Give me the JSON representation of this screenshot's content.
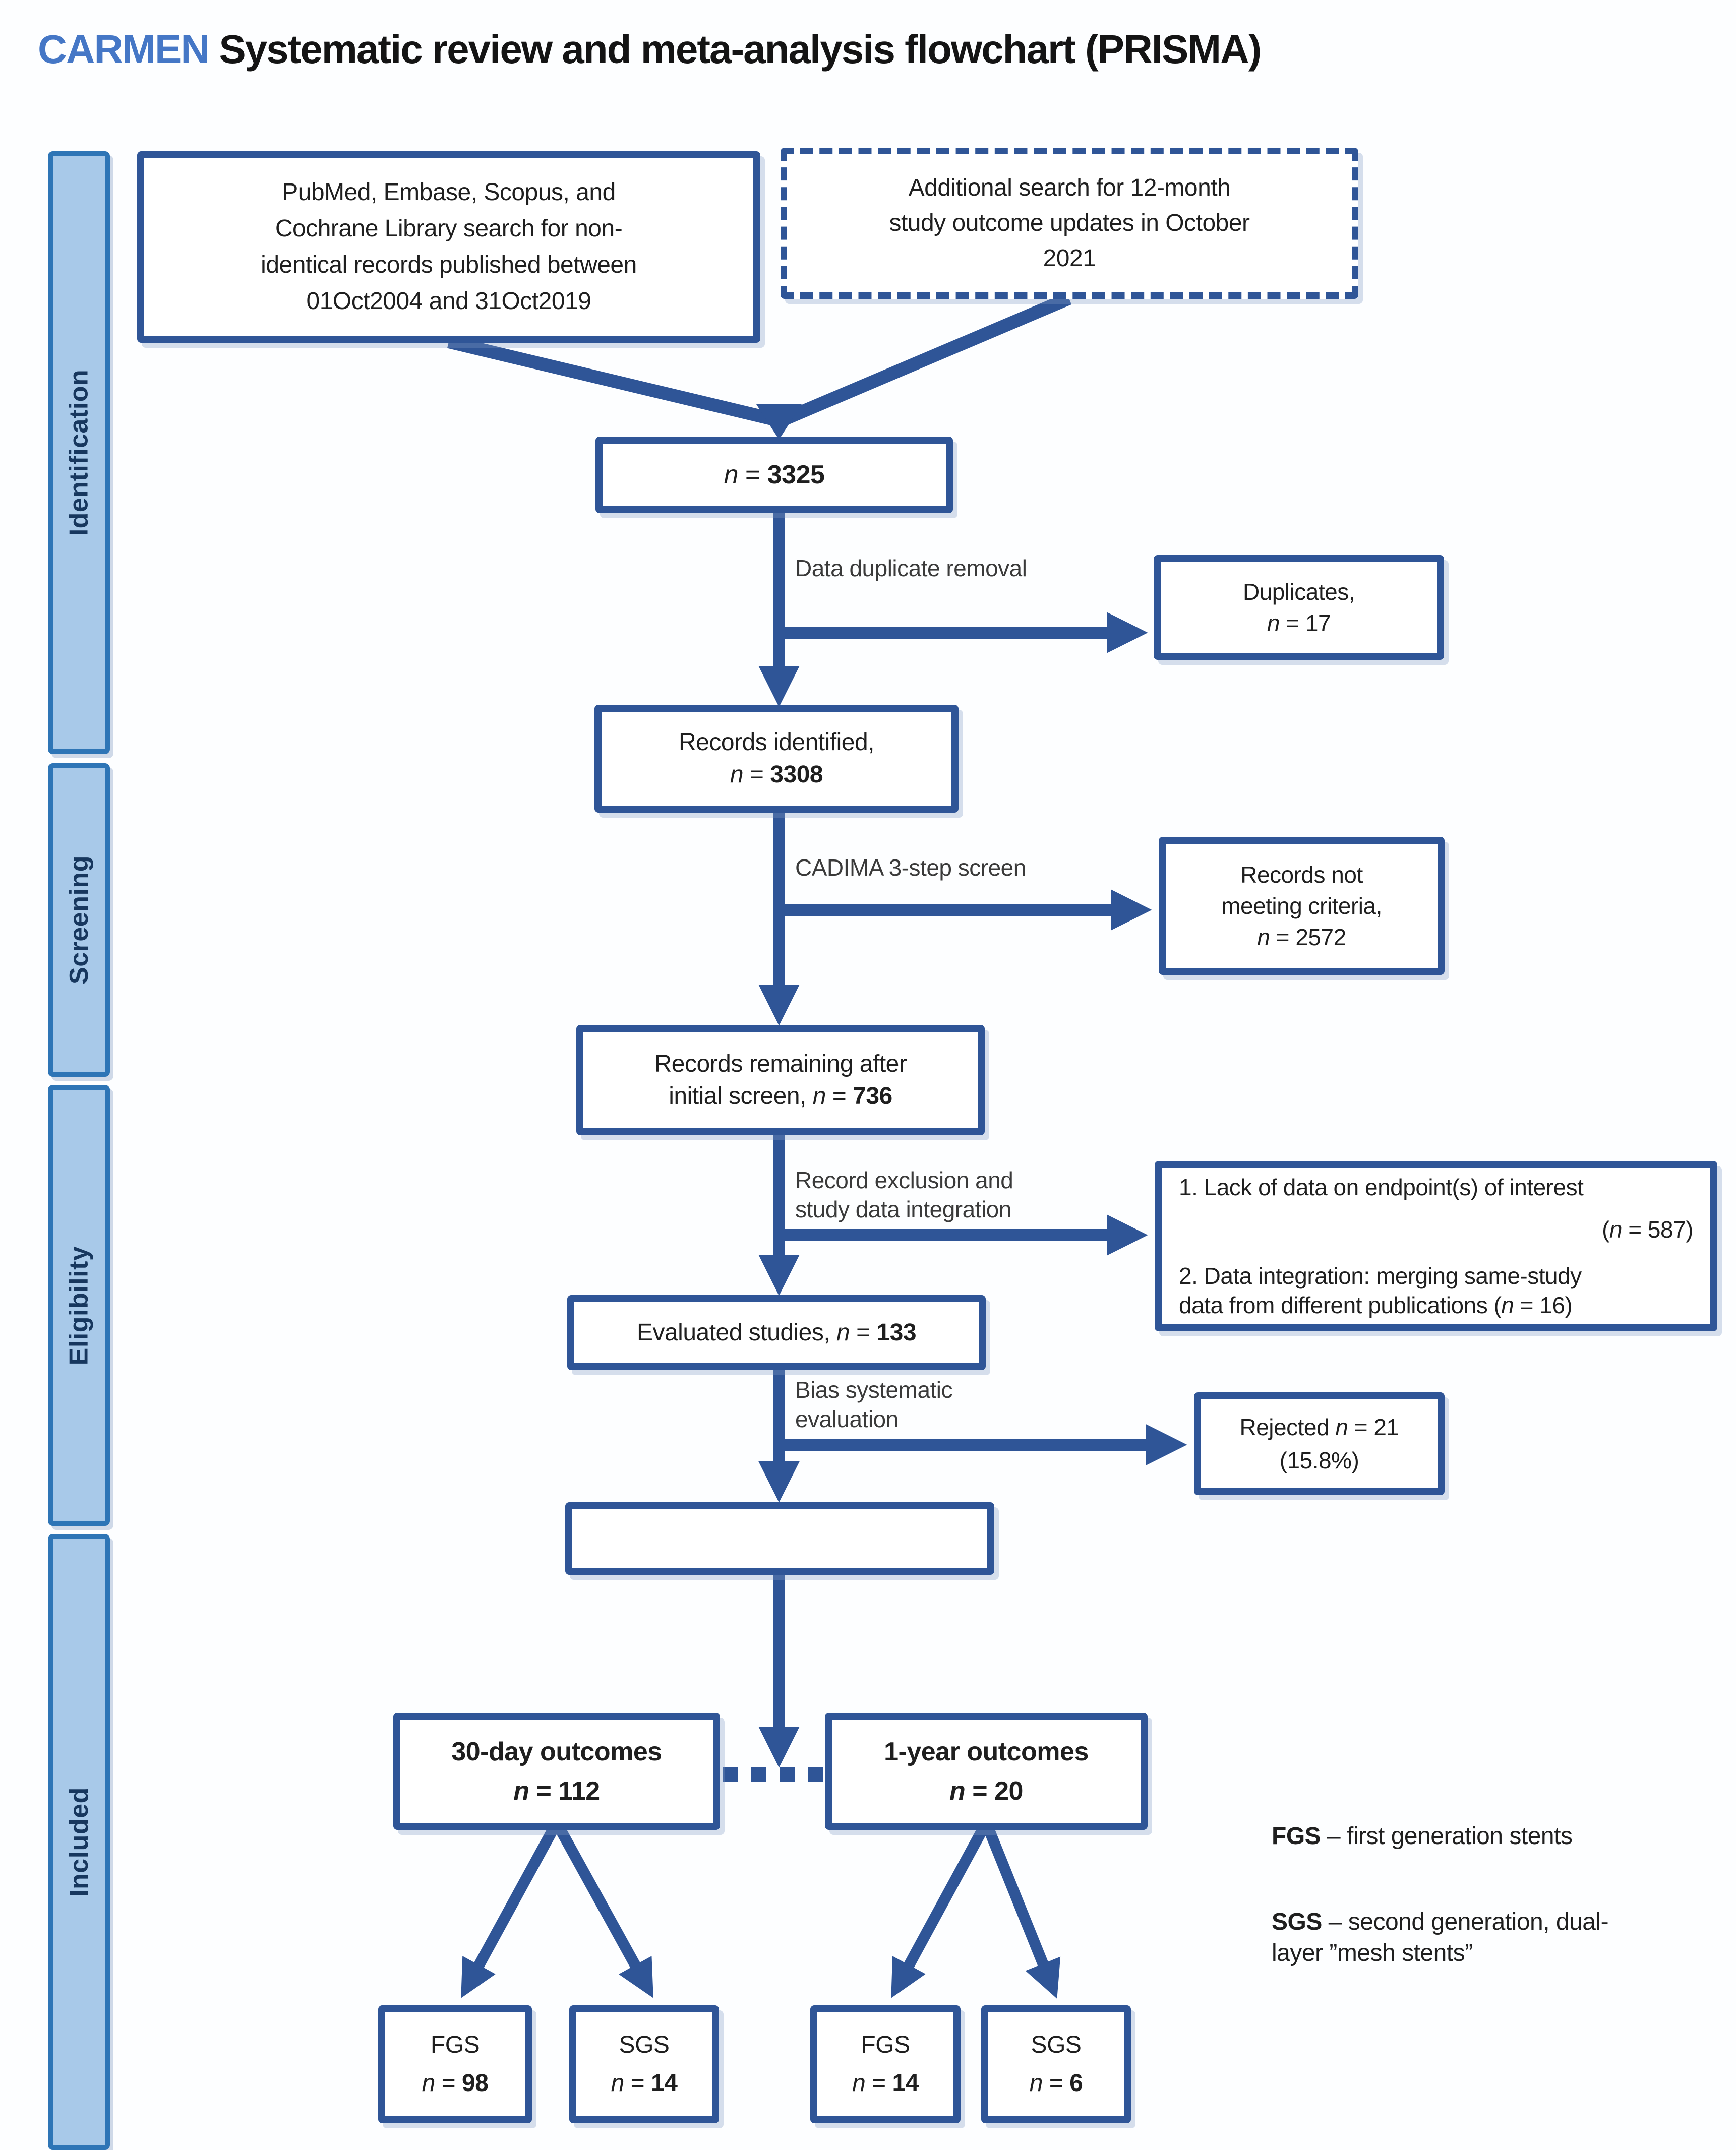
{
  "title": {
    "brand": "CARMEN",
    "rest": " Systematic review and meta-analysis flowchart (PRISMA)"
  },
  "sidebar": {
    "stages": [
      "Identification",
      "Screening",
      "Eligibility",
      "Included"
    ]
  },
  "boxes": {
    "search": "PubMed, Embase, Scopus, and\nCochrane Library search for non-\nidentical records published between\n01Oct2004 and 31Oct2019",
    "additional": "Additional search for 12-month\nstudy outcome updates in October\n2021",
    "total": "n = 3325",
    "identified": "Records identified,\nn = 3308",
    "duplicates": "Duplicates,\nn = 17",
    "not_meeting": "Records not\nmeeting criteria,\nn = 2572",
    "remaining": "Records remaining after\ninitial screen, n = 736",
    "exclusion_item1": "1. Lack of data on endpoint(s) of interest",
    "exclusion_item1_n": "(n = 587)",
    "exclusion_item2": "2. Data integration: merging same-study\ndata from different publications (n = 16)",
    "evaluated": "Evaluated studies, n = 133",
    "rejected": "Rejected n = 21\n(15.8%)",
    "outcomes_30day": "30-day outcomes\nn = 112",
    "outcomes_1year": "1-year outcomes\nn = 20",
    "fgs_30day": "FGS\nn = 98",
    "sgs_30day": "SGS\nn = 14",
    "fgs_1year": "FGS\nn = 14",
    "sgs_1year": "SGS\nn = 6"
  },
  "labels": {
    "dedup": "Data duplicate removal",
    "cadima": "CADIMA 3-step screen",
    "exclusion": "Record exclusion and\nstudy data integration",
    "bias": "Bias systematic\nevaluation"
  },
  "legend": [
    {
      "term": "FGS",
      "definition": " – first generation stents"
    },
    {
      "term": "SGS",
      "definition": " – second generation, dual-\nlayer ”mesh stents”"
    }
  ],
  "colors": {
    "flow_accent": "#2F5597",
    "sidebar_fill": "#A8C9E9",
    "sidebar_border": "#2E75B6",
    "brand_blue": "#4577C6"
  }
}
